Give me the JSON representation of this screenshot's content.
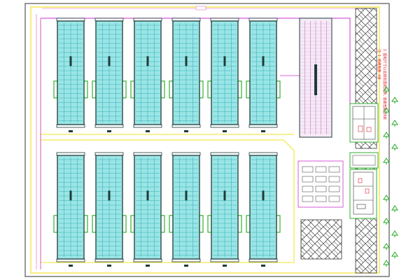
{
  "drawing": {
    "type": "site-plan",
    "colors": {
      "border": "#333333",
      "outline_yellow": "#f2e12a",
      "road_purple": "#cc33cc",
      "house_fill": "#9ae5e5",
      "house_grid": "#2ea8b6",
      "house_frame": "#1f3a3a",
      "wing_green": "#2fb12f",
      "label_red": "#e0202a",
      "tree_green": "#22aa22",
      "hatch": "#444444",
      "dim_pink": "#e65ab4"
    },
    "top_row_count": 6,
    "bottom_row_count": 6,
    "right_building_label": "███████",
    "note_line_1": "注: 1. 道路宽度: 4米",
    "note_line_2": "2. 图纸尺寸以总规划图纸为准, 道路宽度为8米"
  }
}
